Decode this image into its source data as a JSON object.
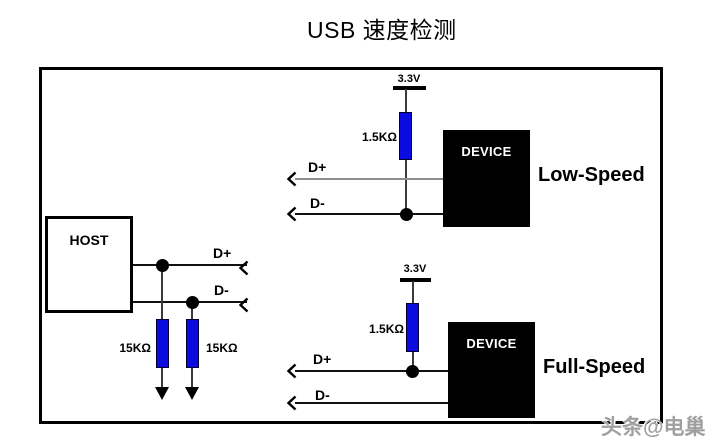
{
  "title": "USB 速度检测",
  "watermark": "头条@电巢",
  "colors": {
    "resistor": "#0b0be0",
    "wire": "#111111",
    "device_box": "#000000"
  },
  "host": {
    "label": "HOST",
    "d_plus": "D+",
    "d_minus": "D-",
    "pulldown_left": "15KΩ",
    "pulldown_right": "15KΩ"
  },
  "low_speed": {
    "supply": "3.3V",
    "pullup": "1.5KΩ",
    "d_plus": "D+",
    "d_minus": "D-",
    "device": "DEVICE",
    "label": "Low-Speed"
  },
  "full_speed": {
    "supply": "3.3V",
    "pullup": "1.5KΩ",
    "d_plus": "D+",
    "d_minus": "D-",
    "device": "DEVICE",
    "label": "Full-Speed"
  }
}
